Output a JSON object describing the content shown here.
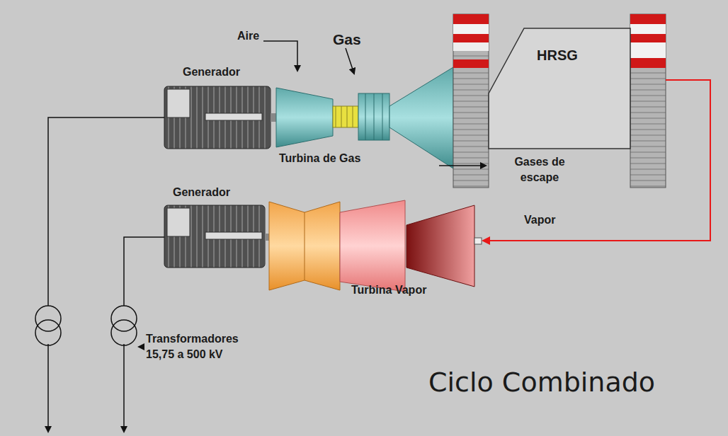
{
  "diagram": {
    "title": "Ciclo Combinado",
    "nodes": [
      {
        "text": [
          "Generador"
        ]
      },
      {
        "text": [
          "Turbina de Gas"
        ]
      },
      {
        "text": [
          "HRSG"
        ]
      },
      {
        "text": [
          "Generador"
        ]
      },
      {
        "text": [
          "Turbina Vapor"
        ]
      }
    ],
    "edges": [
      {
        "from": 2,
        "to": 4,
        "label": "Vapor",
        "arrow": "to"
      }
    ],
    "labels": [
      "Aire",
      "Gas",
      "Gases de escape",
      "Transformadores 15,75 a 500 kV"
    ]
  }
}
